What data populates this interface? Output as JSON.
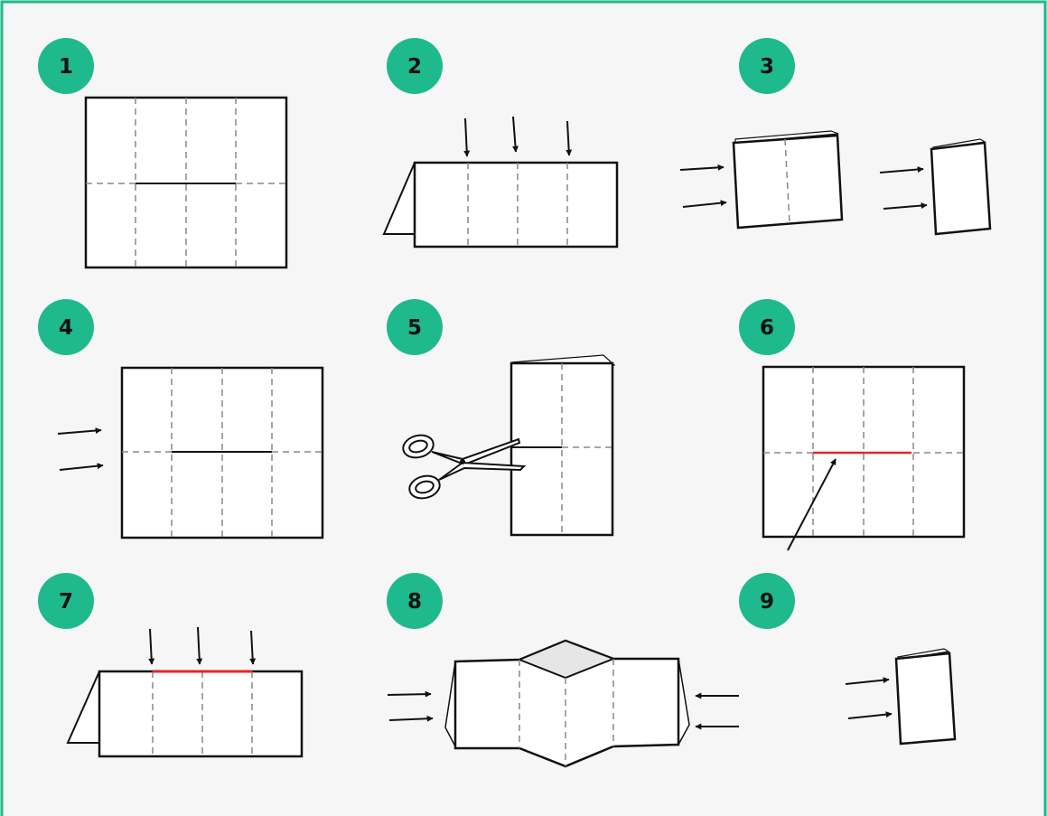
{
  "diagram": {
    "steps": [
      {
        "number": "1"
      },
      {
        "number": "2"
      },
      {
        "number": "3"
      },
      {
        "number": "4"
      },
      {
        "number": "5"
      },
      {
        "number": "6"
      },
      {
        "number": "7"
      },
      {
        "number": "8"
      },
      {
        "number": "9"
      }
    ]
  },
  "colors": {
    "border": "#1fb88c",
    "badge_fill": "#1fb98e",
    "badge_text": "#111111",
    "background": "#f6f6f6",
    "paper": "#ffffff",
    "line": "#111111",
    "fold_line": "#888888",
    "cut_line_highlight": "#e8232a",
    "pocket_fill": "#e6e6e6"
  },
  "icons": [
    "arrow-icon",
    "scissors-icon"
  ]
}
